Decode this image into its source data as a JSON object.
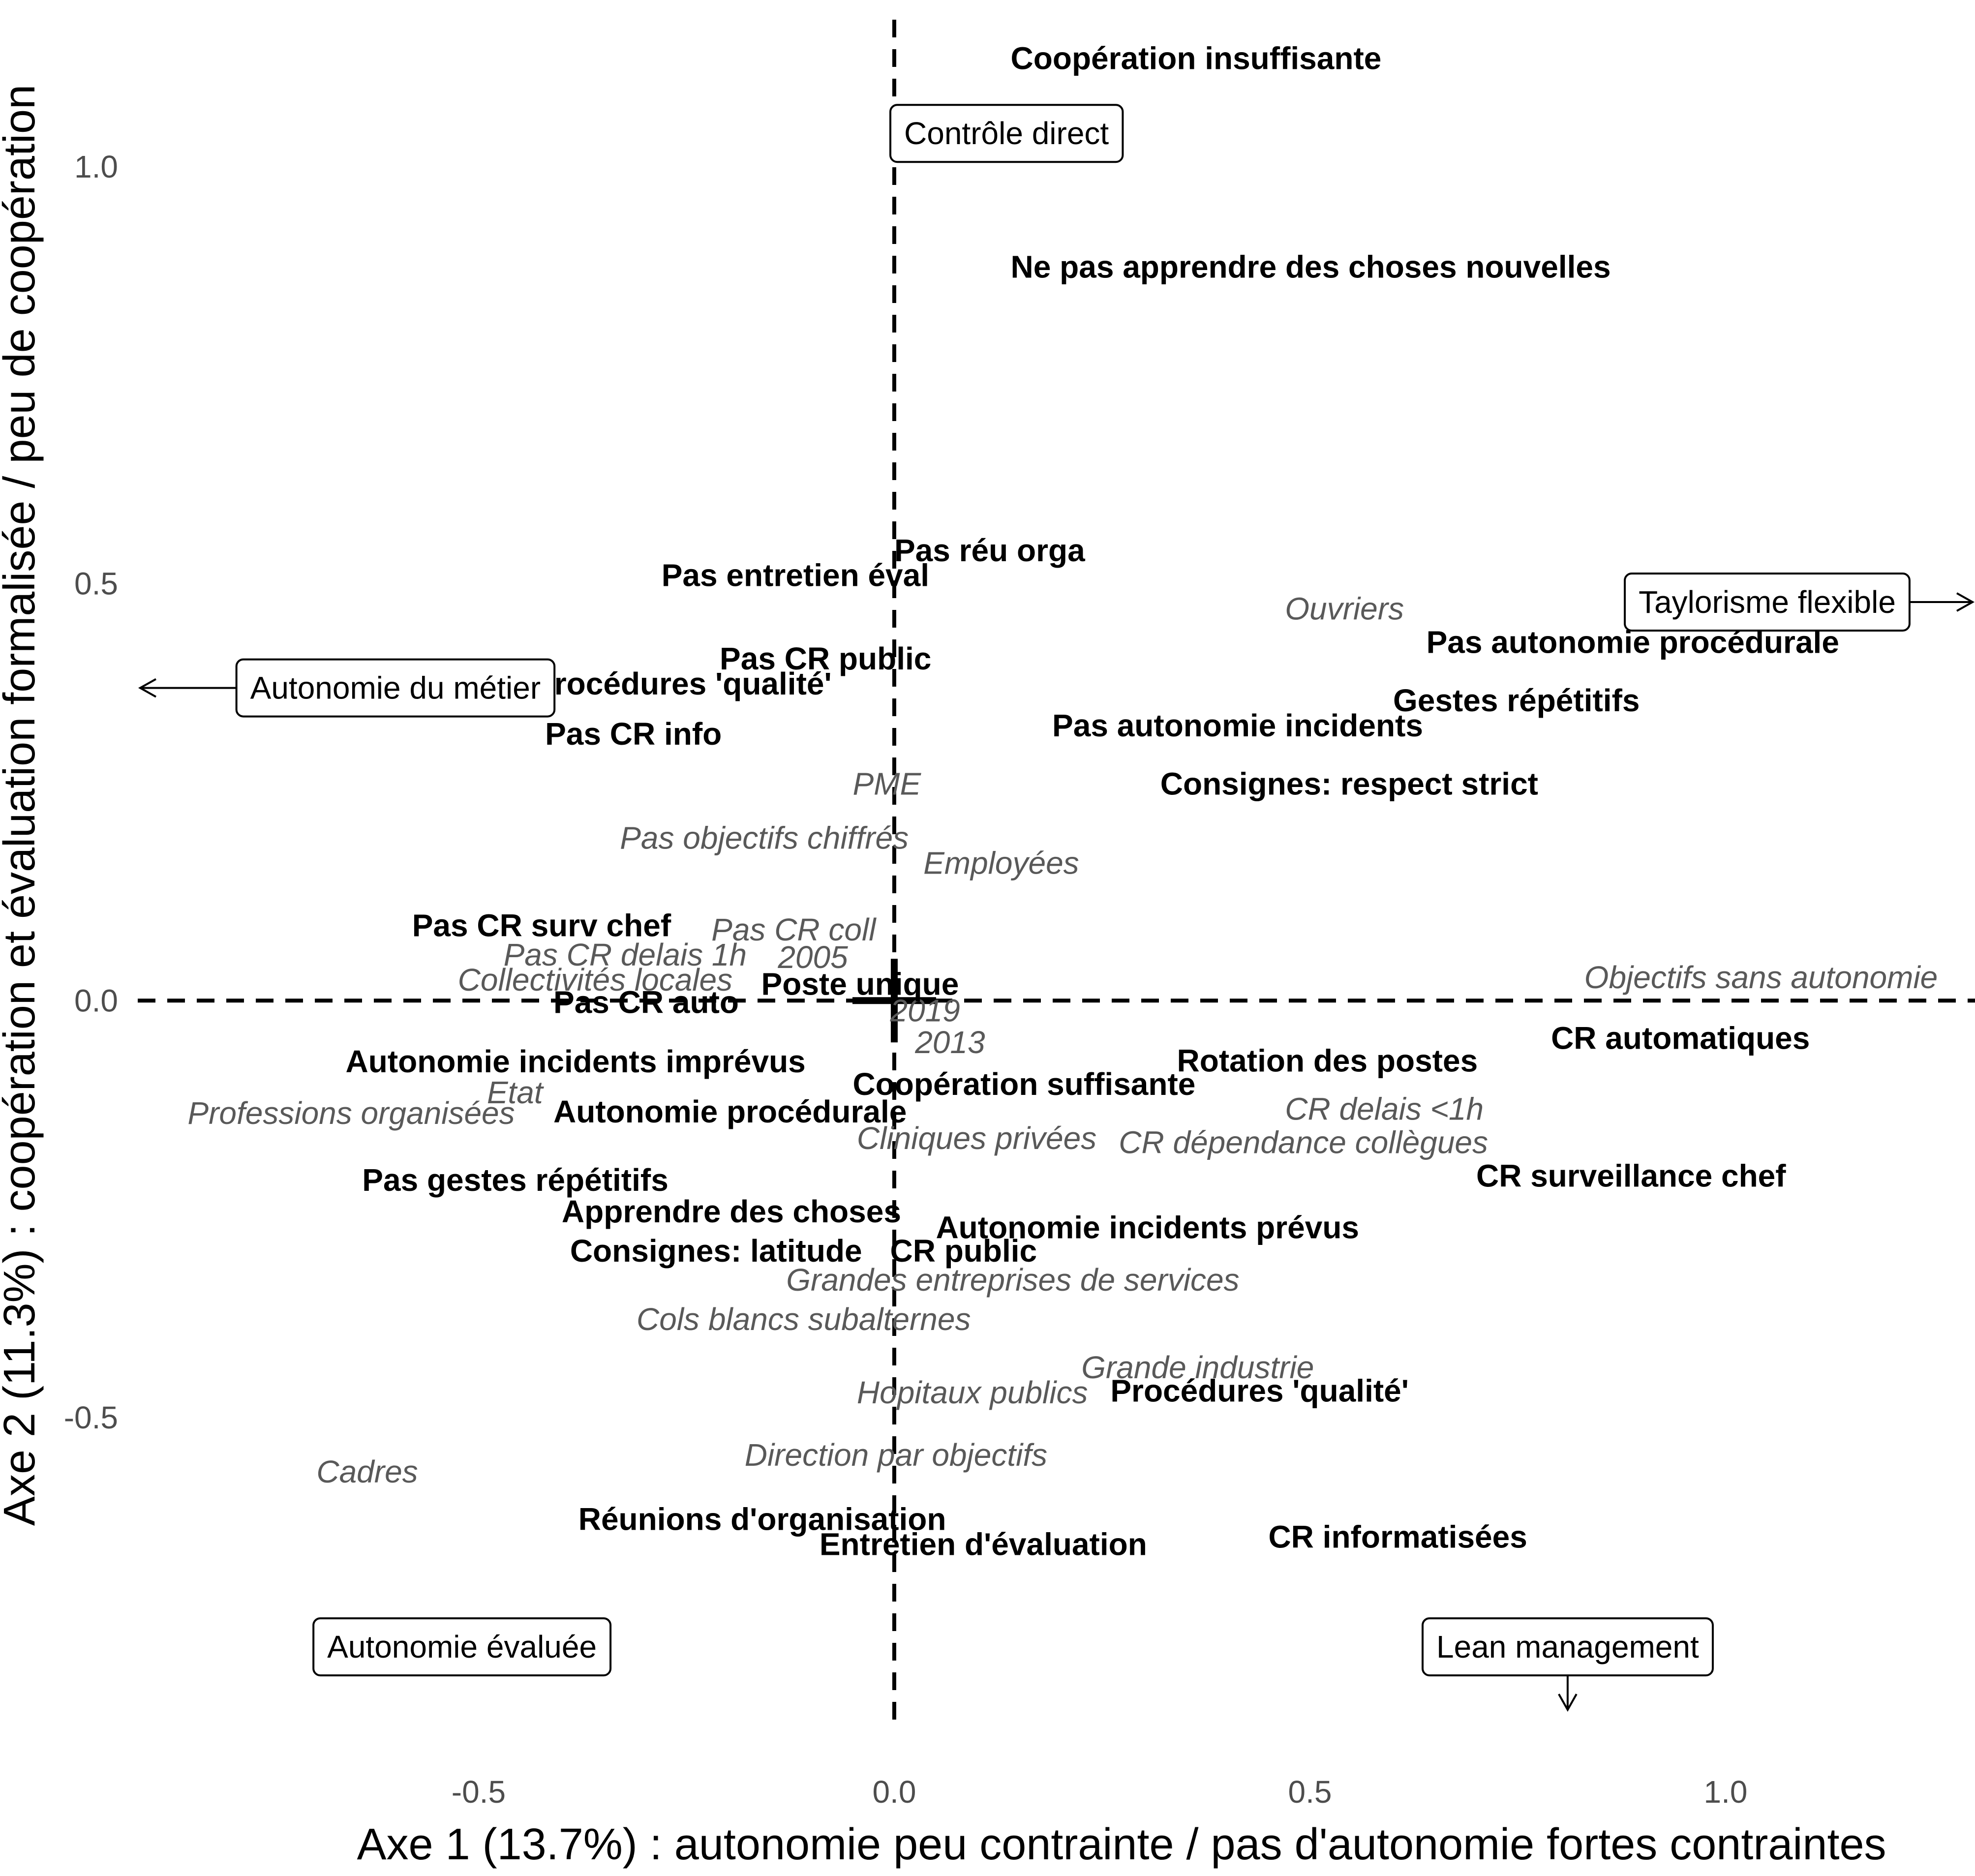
{
  "chart_data": {
    "type": "scatter",
    "title": "",
    "xlabel": "Axe 1 (13.7%) : autonomie peu contrainte / pas d'autonomie fortes contraintes",
    "ylabel": "Axe 2 (11.3%) : coopération et évaluation formalisée / peu de coopération",
    "xlim": [
      -0.91,
      1.3
    ],
    "ylim": [
      -0.9,
      1.2
    ],
    "x_ticks": [
      -0.5,
      0.0,
      0.5,
      1.0
    ],
    "x_tick_labels": [
      "-0.5",
      "0.0",
      "0.5",
      "1.0"
    ],
    "y_ticks": [
      -0.5,
      0.0,
      0.5,
      1.0
    ],
    "y_tick_labels": [
      "-0.5",
      "0.0",
      "0.5",
      "1.0"
    ],
    "grid": false,
    "reference_lines": {
      "x": 0,
      "y": 0
    },
    "active_points": [
      {
        "label": "Coopération insuffisante",
        "x": 0.14,
        "y": 1.13
      },
      {
        "label": "Ne pas apprendre des choses nouvelles",
        "x": 0.14,
        "y": 0.88
      },
      {
        "label": "Pas réu orga",
        "x": 0.0,
        "y": 0.54
      },
      {
        "label": "Pas entretien éval",
        "x": -0.28,
        "y": 0.51
      },
      {
        "label": "Pas CR public",
        "x": -0.21,
        "y": 0.41
      },
      {
        "label": "Pas procédures 'qualité'",
        "x": -0.51,
        "y": 0.38
      },
      {
        "label": "Pas CR info",
        "x": -0.42,
        "y": 0.32
      },
      {
        "label": "Pas autonomie procédurale",
        "x": 0.64,
        "y": 0.43
      },
      {
        "label": "Gestes répétitifs",
        "x": 0.6,
        "y": 0.36
      },
      {
        "label": "Pas autonomie incidents",
        "x": 0.19,
        "y": 0.33
      },
      {
        "label": "Consignes: respect strict",
        "x": 0.32,
        "y": 0.26
      },
      {
        "label": "Pas CR surv chef",
        "x": -0.58,
        "y": 0.09
      },
      {
        "label": "Poste unique",
        "x": -0.16,
        "y": 0.02
      },
      {
        "label": "Pas CR auto",
        "x": -0.41,
        "y": -0.002
      },
      {
        "label": "CR automatiques",
        "x": 0.79,
        "y": -0.045
      },
      {
        "label": "Rotation des postes",
        "x": 0.34,
        "y": -0.072
      },
      {
        "label": "Autonomie incidents imprévus",
        "x": -0.66,
        "y": -0.073
      },
      {
        "label": "Coopération suffisante",
        "x": -0.05,
        "y": -0.1
      },
      {
        "label": "Autonomie procédurale",
        "x": -0.41,
        "y": -0.133
      },
      {
        "label": "CR surveillance chef",
        "x": 0.7,
        "y": -0.21
      },
      {
        "label": "Pas gestes répétitifs",
        "x": -0.64,
        "y": -0.215
      },
      {
        "label": "Apprendre des choses",
        "x": -0.4,
        "y": -0.253
      },
      {
        "label": "Autonomie incidents prévus",
        "x": 0.05,
        "y": -0.272
      },
      {
        "label": "Consignes: latitude",
        "x": -0.39,
        "y": -0.3
      },
      {
        "label": "CR public",
        "x": -0.005,
        "y": -0.3
      },
      {
        "label": "Procédures 'qualité'",
        "x": 0.26,
        "y": -0.468
      },
      {
        "label": "Réunions d'organisation",
        "x": -0.38,
        "y": -0.622
      },
      {
        "label": "Entretien d'évaluation",
        "x": -0.09,
        "y": -0.652
      },
      {
        "label": "CR informatisées",
        "x": 0.45,
        "y": -0.643
      }
    ],
    "supplementary_points": [
      {
        "label": "Ouvriers",
        "x": 0.47,
        "y": 0.47
      },
      {
        "label": "PME",
        "x": -0.05,
        "y": 0.26
      },
      {
        "label": "Pas objectifs chiffrés",
        "x": -0.33,
        "y": 0.195
      },
      {
        "label": "Employées",
        "x": 0.035,
        "y": 0.165
      },
      {
        "label": "Pas CR coll",
        "x": -0.22,
        "y": 0.085
      },
      {
        "label": "Pas CR delais 1h",
        "x": -0.47,
        "y": 0.055
      },
      {
        "label": "2005",
        "x": -0.14,
        "y": 0.052
      },
      {
        "label": "Collectivités locales",
        "x": -0.525,
        "y": 0.025
      },
      {
        "label": "Objectifs sans autonomie",
        "x": 0.83,
        "y": 0.028
      },
      {
        "label": "2019",
        "x": -0.005,
        "y": -0.012
      },
      {
        "label": "2013",
        "x": 0.025,
        "y": -0.05
      },
      {
        "label": "Etat",
        "x": -0.49,
        "y": -0.11
      },
      {
        "label": "CR delais <1h",
        "x": 0.47,
        "y": -0.13
      },
      {
        "label": "Professions organisées",
        "x": -0.85,
        "y": -0.135
      },
      {
        "label": "Cliniques privées",
        "x": -0.045,
        "y": -0.165
      },
      {
        "label": "CR dépendance collègues",
        "x": 0.27,
        "y": -0.17
      },
      {
        "label": "Grandes entreprises de services",
        "x": -0.13,
        "y": -0.335
      },
      {
        "label": "Cols blancs subalternes",
        "x": -0.31,
        "y": -0.382
      },
      {
        "label": "Grande industrie",
        "x": 0.225,
        "y": -0.44
      },
      {
        "label": "Hopitaux publics",
        "x": -0.045,
        "y": -0.47
      },
      {
        "label": "Direction par objectifs",
        "x": -0.18,
        "y": -0.545
      },
      {
        "label": "Cadres",
        "x": -0.695,
        "y": -0.565
      }
    ],
    "annotations": [
      {
        "text": "Contrôle direct",
        "x": 0.135,
        "y": 1.04,
        "arrow": "none"
      },
      {
        "text": "Taylorisme flexible",
        "x": 1.05,
        "y": 0.478,
        "arrow": "right"
      },
      {
        "text": "Autonomie du métier",
        "x": -0.6,
        "y": 0.375,
        "arrow": "left"
      },
      {
        "text": "Autonomie évaluée",
        "x": -0.52,
        "y": -0.775,
        "arrow": "none"
      },
      {
        "text": "Lean management",
        "x": 0.81,
        "y": -0.775,
        "arrow": "down"
      }
    ],
    "origin_marker": "+"
  }
}
